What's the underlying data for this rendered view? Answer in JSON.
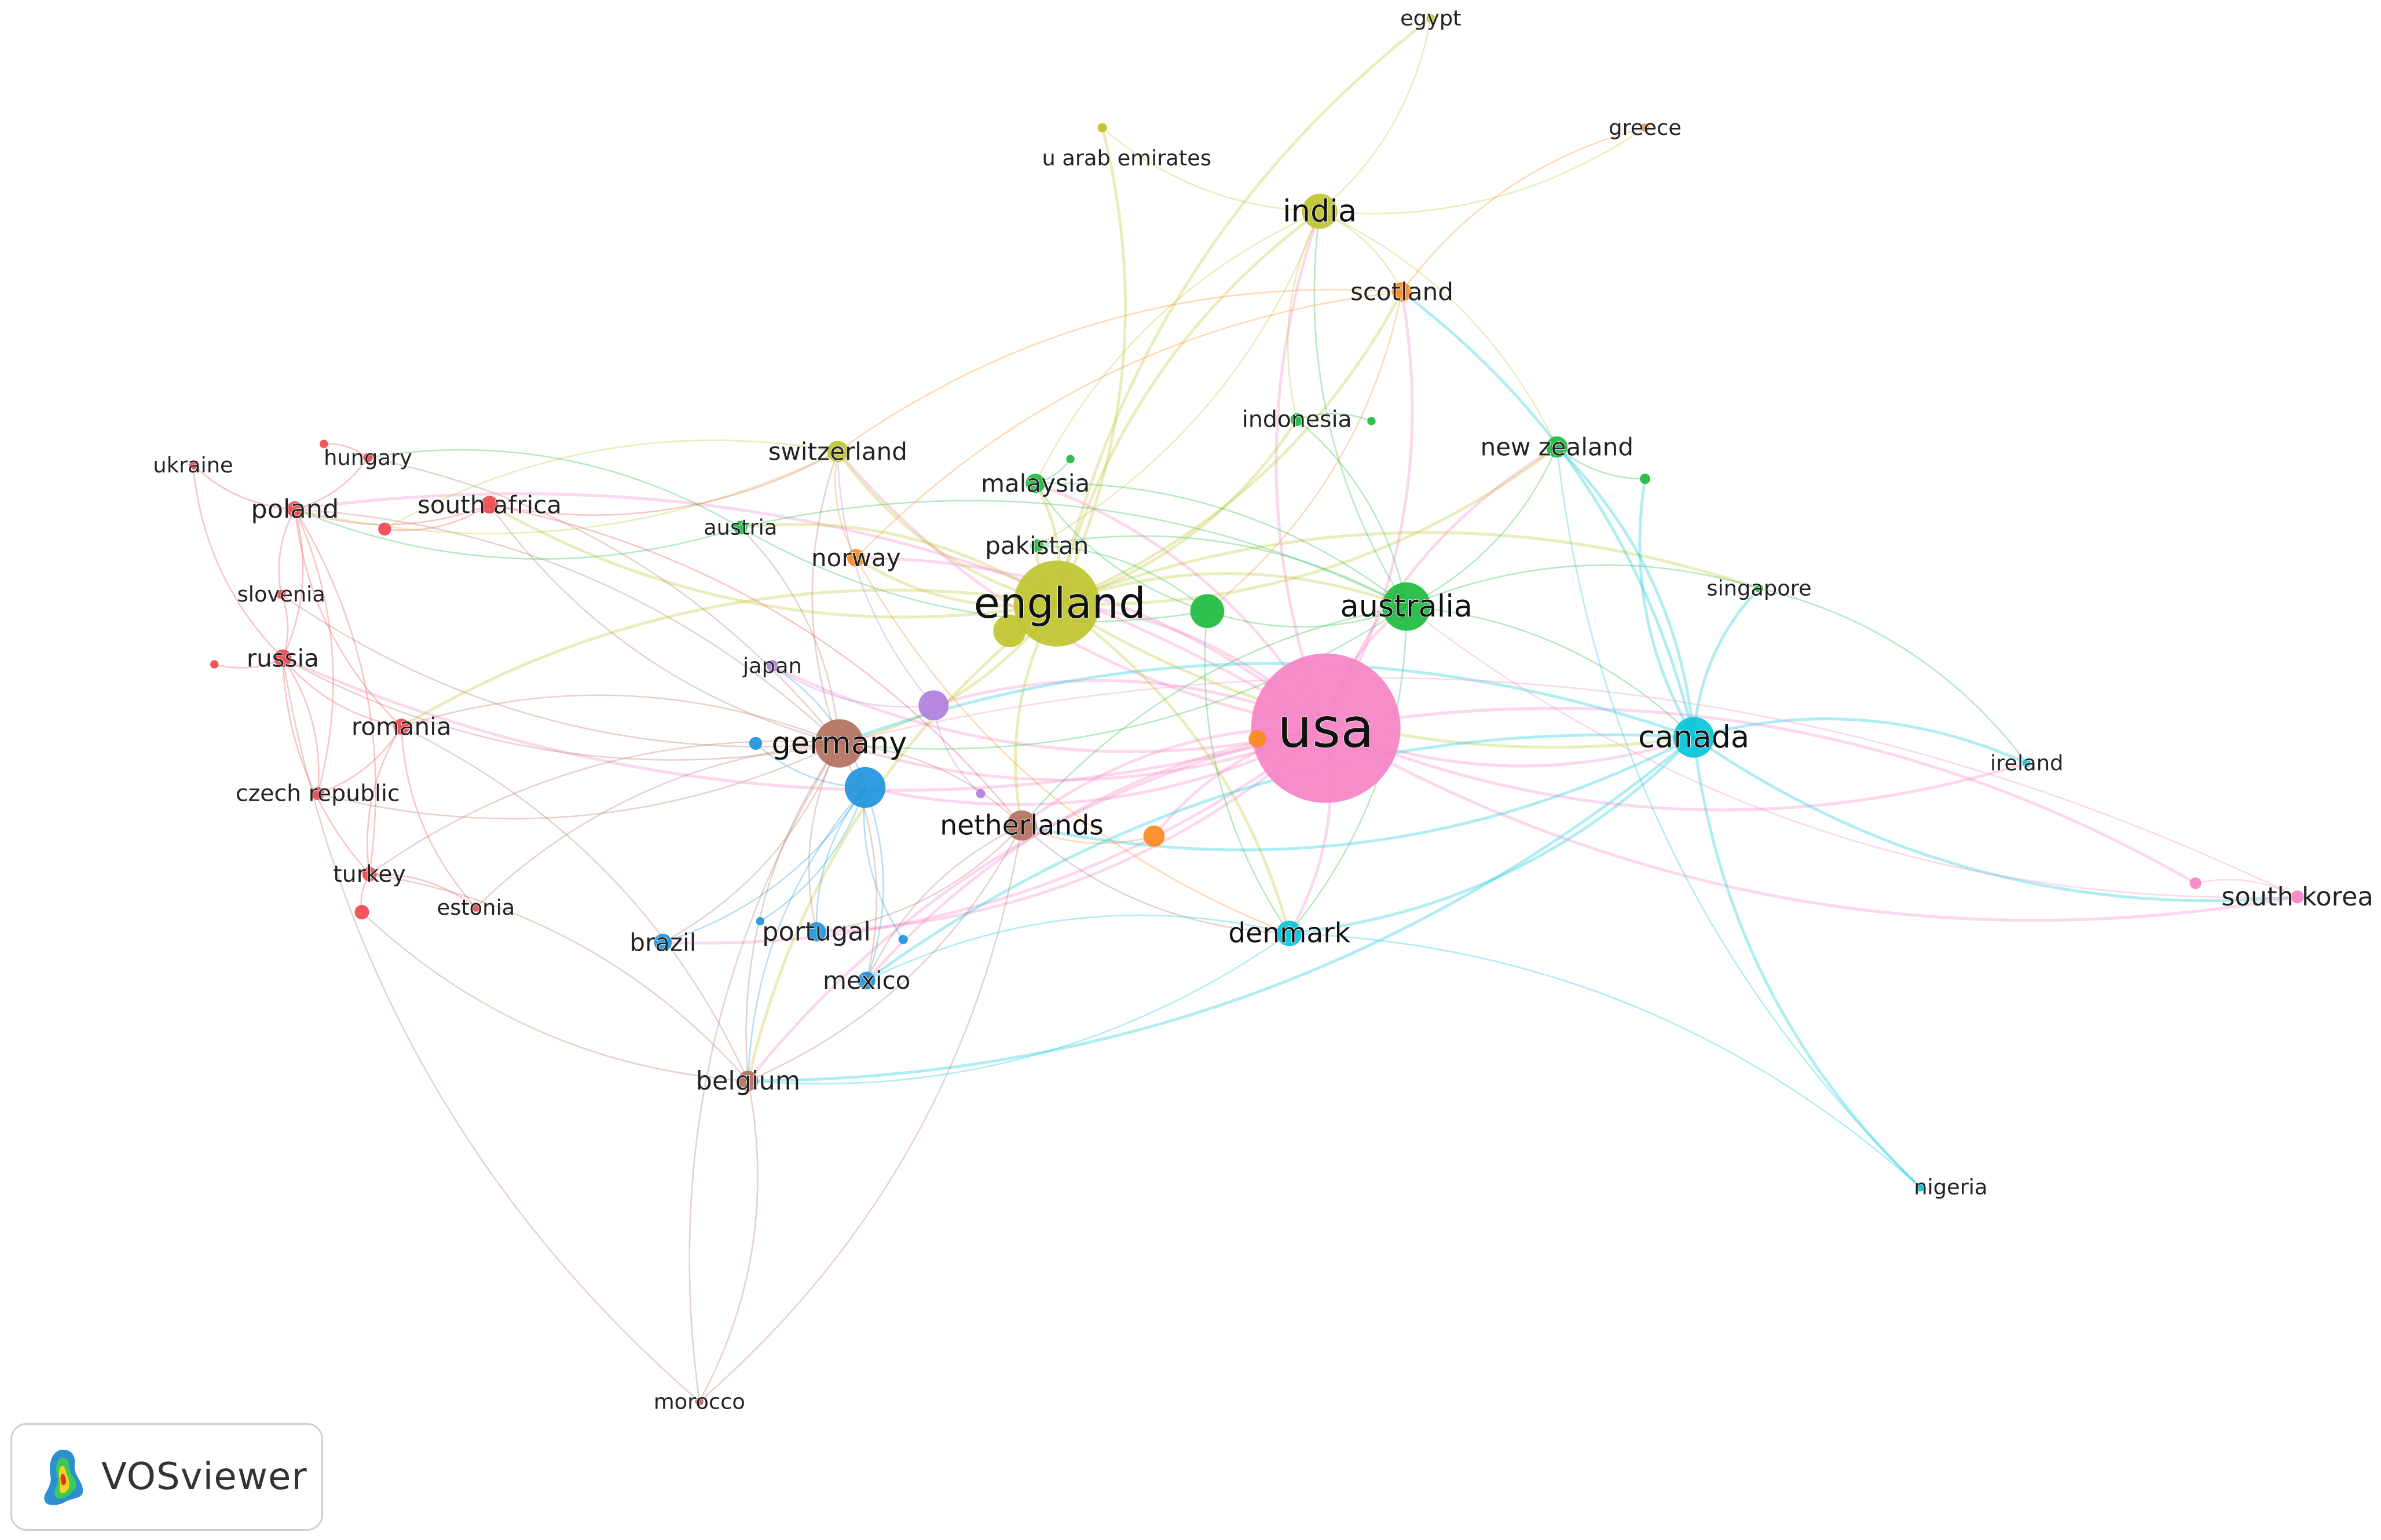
{
  "diagram": {
    "type": "co-authorship country network",
    "clusters": {
      "red": "#f0484e",
      "green": "#1dbb3f",
      "blue": "#1f94dc",
      "yellow": "#bfc430",
      "purple": "#b07fdc",
      "cyan": "#08c6d9",
      "orange": "#fb8a1f",
      "brown": "#b3705e",
      "pink": "#f583c6"
    },
    "nodes": [
      {
        "id": "usa",
        "label": "usa",
        "cluster": "pink",
        "weight": 10
      },
      {
        "id": "england",
        "label": "england",
        "cluster": "yellow",
        "weight": 7.5
      },
      {
        "id": "australia",
        "label": "australia",
        "cluster": "green",
        "weight": 5.5
      },
      {
        "id": "canada",
        "label": "canada",
        "cluster": "cyan",
        "weight": 5
      },
      {
        "id": "germany",
        "label": "germany",
        "cluster": "brown",
        "weight": 5.5
      },
      {
        "id": "netherlands",
        "label": "netherlands",
        "cluster": "brown",
        "weight": 4.2
      },
      {
        "id": "india",
        "label": "india",
        "cluster": "yellow",
        "weight": 4.6
      },
      {
        "id": "scotland",
        "label": "scotland",
        "cluster": "orange",
        "weight": 3.2
      },
      {
        "id": "switzerland",
        "label": "switzerland",
        "cluster": "yellow",
        "weight": 3.4
      },
      {
        "id": "denmark",
        "label": "denmark",
        "cluster": "cyan",
        "weight": 3.8
      },
      {
        "id": "belgium",
        "label": "belgium",
        "cluster": "brown",
        "weight": 3.3
      },
      {
        "id": "new-zealand",
        "label": "new zealand",
        "cluster": "green",
        "weight": 3.4
      },
      {
        "id": "malaysia",
        "label": "malaysia",
        "cluster": "green",
        "weight": 3.2
      },
      {
        "id": "pakistan",
        "label": "pakistan",
        "cluster": "green",
        "weight": 2.4
      },
      {
        "id": "norway",
        "label": "norway",
        "cluster": "orange",
        "weight": 3.0
      },
      {
        "id": "austria",
        "label": "austria",
        "cluster": "green",
        "weight": 2.5
      },
      {
        "id": "indonesia",
        "label": "indonesia",
        "cluster": "green",
        "weight": 2.4
      },
      {
        "id": "japan",
        "label": "japan",
        "cluster": "purple",
        "weight": 2.2
      },
      {
        "id": "portugal",
        "label": "portugal",
        "cluster": "blue",
        "weight": 3.2
      },
      {
        "id": "brazil",
        "label": "brazil",
        "cluster": "blue",
        "weight": 3.0
      },
      {
        "id": "mexico",
        "label": "mexico",
        "cluster": "blue",
        "weight": 3.0
      },
      {
        "id": "poland",
        "label": "poland",
        "cluster": "red",
        "weight": 2.8
      },
      {
        "id": "south-africa",
        "label": "south africa",
        "cluster": "red",
        "weight": 3.0
      },
      {
        "id": "russia",
        "label": "russia",
        "cluster": "red",
        "weight": 3.0
      },
      {
        "id": "romania",
        "label": "romania",
        "cluster": "red",
        "weight": 2.8
      },
      {
        "id": "turkey",
        "label": "turkey",
        "cluster": "red",
        "weight": 2.6
      },
      {
        "id": "czech-republic",
        "label": "czech republic",
        "cluster": "red",
        "weight": 2.4
      },
      {
        "id": "slovenia",
        "label": "slovenia",
        "cluster": "red",
        "weight": 1.8
      },
      {
        "id": "hungary",
        "label": "hungary",
        "cluster": "red",
        "weight": 1.8
      },
      {
        "id": "ukraine",
        "label": "ukraine",
        "cluster": "red",
        "weight": 1.6
      },
      {
        "id": "estonia",
        "label": "estonia",
        "cluster": "red",
        "weight": 1.6
      },
      {
        "id": "egypt",
        "label": "egypt",
        "cluster": "yellow",
        "weight": 1.6
      },
      {
        "id": "u-arab-emirates",
        "label": "u arab emirates",
        "cluster": "yellow",
        "weight": 1.6
      },
      {
        "id": "greece",
        "label": "greece",
        "cluster": "orange",
        "weight": 1.6
      },
      {
        "id": "singapore",
        "label": "singapore",
        "cluster": "green",
        "weight": 1.5
      },
      {
        "id": "ireland",
        "label": "ireland",
        "cluster": "cyan",
        "weight": 1.6
      },
      {
        "id": "south-korea",
        "label": "south korea",
        "cluster": "pink",
        "weight": 2.4
      },
      {
        "id": "nigeria",
        "label": "nigeria",
        "cluster": "cyan",
        "weight": 1.6
      },
      {
        "id": "morocco",
        "label": "morocco",
        "cluster": "brown",
        "weight": 1.5
      },
      {
        "id": "green-hub",
        "label": "",
        "cluster": "green",
        "weight": 4.5
      },
      {
        "id": "blue-hub",
        "label": "",
        "cluster": "blue",
        "weight": 5.0
      },
      {
        "id": "purple-hub",
        "label": "",
        "cluster": "purple",
        "weight": 4.2
      },
      {
        "id": "orange-hub",
        "label": "",
        "cluster": "orange",
        "weight": 3.4
      },
      {
        "id": "orange-usa",
        "label": "",
        "cluster": "orange",
        "weight": 3.0
      },
      {
        "id": "pink-2",
        "label": "",
        "cluster": "pink",
        "weight": 2.2
      },
      {
        "id": "green-nz2",
        "label": "",
        "cluster": "green",
        "weight": 2.0
      },
      {
        "id": "green-indo2",
        "label": "",
        "cluster": "green",
        "weight": 1.6
      },
      {
        "id": "green-mal2",
        "label": "",
        "cluster": "green",
        "weight": 1.6
      },
      {
        "id": "red-sa2",
        "label": "",
        "cluster": "red",
        "weight": 2.4
      },
      {
        "id": "red-hu2",
        "label": "",
        "cluster": "red",
        "weight": 1.6
      },
      {
        "id": "red-ru2",
        "label": "",
        "cluster": "red",
        "weight": 1.6
      },
      {
        "id": "red-tr2",
        "label": "",
        "cluster": "red",
        "weight": 2.6
      },
      {
        "id": "yellow-uae",
        "label": "",
        "cluster": "yellow",
        "weight": 1.8
      },
      {
        "id": "yellow-eng2",
        "label": "",
        "cluster": "yellow",
        "weight": 4.4
      },
      {
        "id": "blue-2",
        "label": "",
        "cluster": "blue",
        "weight": 2.4
      },
      {
        "id": "blue-3",
        "label": "",
        "cluster": "blue",
        "weight": 1.8
      },
      {
        "id": "blue-4",
        "label": "",
        "cluster": "blue",
        "weight": 1.6
      },
      {
        "id": "purple-2",
        "label": "",
        "cluster": "purple",
        "weight": 1.8
      }
    ]
  },
  "badge": {
    "label": "VOSviewer",
    "icon": "vosviewer-logo-icon"
  }
}
